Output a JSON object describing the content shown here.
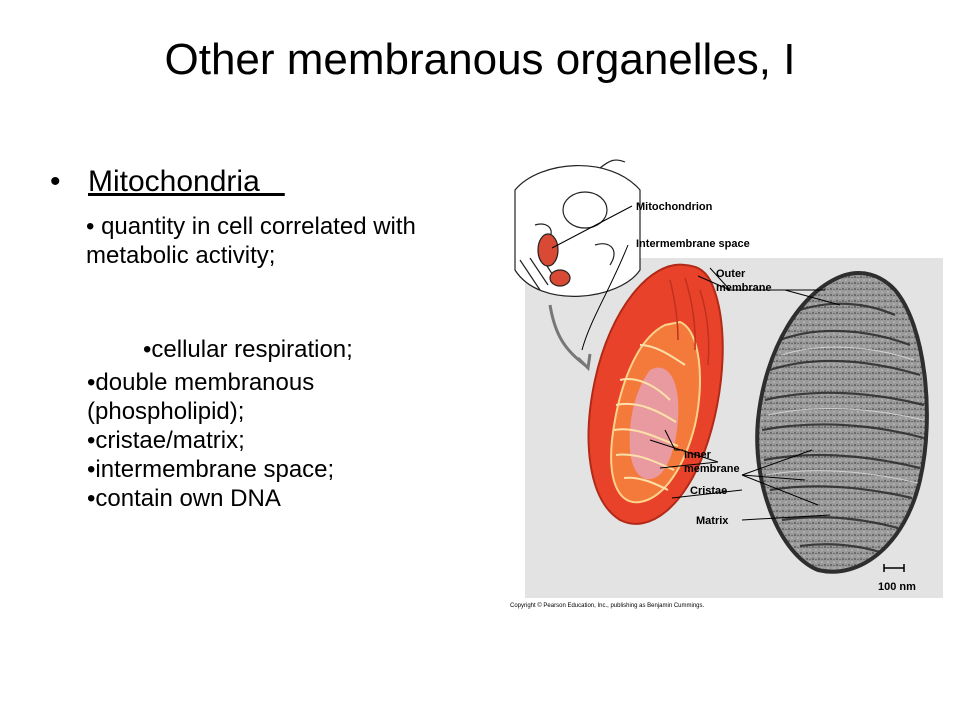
{
  "slide": {
    "title": "Other membranous organelles, I",
    "heading": "Mitochondria   ",
    "bullet_symbol": "•",
    "sub_first": "• quantity in cell correlated with metabolic activity;",
    "sub_items": [
      "•cellular respiration;",
      "•double membranous (phospholipid);",
      "•cristae/matrix;",
      "•intermembrane space;",
      "•contain own DNA"
    ]
  },
  "figure": {
    "labels": {
      "mitochondrion": "Mitochondrion",
      "intermembrane": "Intermembrane space",
      "outer_1": "Outer",
      "outer_2": "membrane",
      "inner_1": "Inner",
      "inner_2": "membrane",
      "cristae": "Cristae",
      "matrix": "Matrix",
      "scale": "100 nm"
    },
    "copyright": "Copyright © Pearson Education, Inc., publishing as Benjamin Cummings.",
    "colors": {
      "outer_red": "#e8432a",
      "inner_orange": "#f47a3c",
      "matrix_pink": "#e89aa0",
      "micrograph_gray": "#8c8c8c"
    }
  }
}
